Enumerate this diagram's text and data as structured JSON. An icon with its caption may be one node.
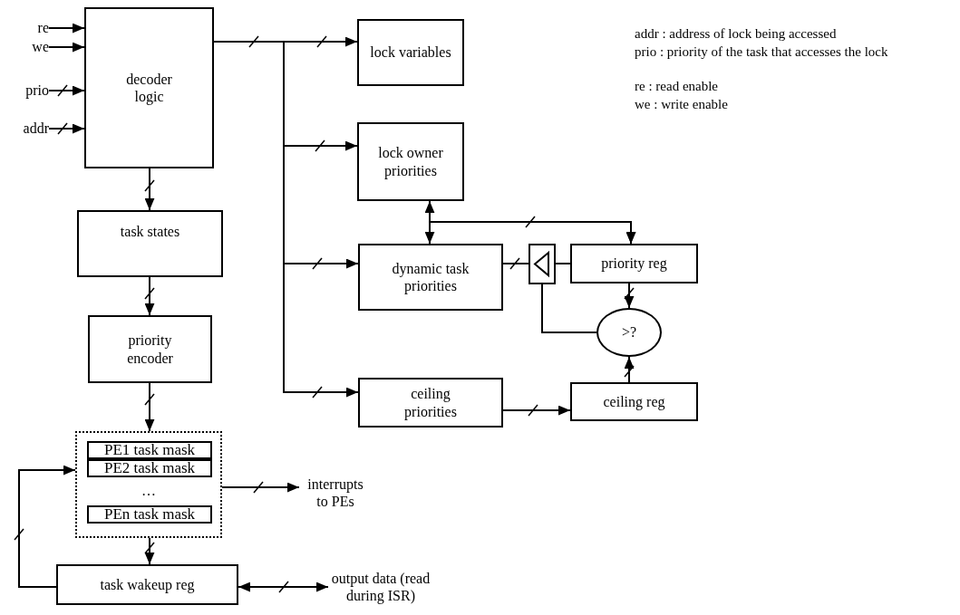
{
  "diagram": {
    "nodes": [
      {
        "text": [
          "re"
        ]
      },
      {
        "text": [
          "we"
        ]
      },
      {
        "text": [
          "prio"
        ]
      },
      {
        "text": [
          "addr"
        ]
      },
      {
        "text": [
          "decoder logic"
        ]
      },
      {
        "text": [
          "lock variables"
        ]
      },
      {
        "text": [
          "lock owner priorities"
        ]
      },
      {
        "text": [
          "task states"
        ]
      },
      {
        "text": [
          "dynamic task priorities"
        ]
      },
      {
        "text": [],
        "shape": "triangle"
      },
      {
        "text": [
          "priority reg"
        ]
      },
      {
        "text": [
          ">?"
        ]
      },
      {
        "text": [
          "priority encoder"
        ]
      },
      {
        "text": [
          "ceiling priorities"
        ]
      },
      {
        "text": [
          "ceiling reg"
        ]
      },
      {
        "text": [
          "…"
        ]
      },
      {
        "text": [
          "PE1 task mask"
        ],
        "in": 15
      },
      {
        "text": [
          "PE2 task mask"
        ],
        "in": 15
      },
      {
        "text": [
          "PEn task mask"
        ],
        "in": 15
      },
      {
        "text": [
          "interrupts to PEs"
        ]
      },
      {
        "text": [
          "task wakeup reg"
        ]
      },
      {
        "text": [
          "output data (read during ISR)"
        ]
      }
    ],
    "edges": [
      {
        "from": 0,
        "to": 4,
        "arrow": "to"
      },
      {
        "from": 1,
        "to": 4,
        "arrow": "to"
      },
      {
        "from": 2,
        "to": 4,
        "arrow": "to"
      },
      {
        "from": 3,
        "to": 4,
        "arrow": "to"
      },
      {
        "from": 4,
        "to": 5,
        "arrow": "to"
      },
      {
        "from": 4,
        "to": 6,
        "arrow": "to"
      },
      {
        "from": 4,
        "to": 8,
        "arrow": "to"
      },
      {
        "from": 4,
        "to": 13,
        "arrow": "to"
      },
      {
        "from": 4,
        "to": 7,
        "arrow": "to"
      },
      {
        "from": 6,
        "to": 8,
        "arrow": "both"
      },
      {
        "from": 6,
        "to": 10,
        "arrow": "to"
      },
      {
        "from": 8,
        "to": 10,
        "arrow": "to"
      },
      {
        "from": 10,
        "to": 9,
        "arrow": "none"
      },
      {
        "from": 9,
        "to": 8,
        "arrow": "none"
      },
      {
        "from": 11,
        "to": 9,
        "arrow": "none"
      },
      {
        "from": 10,
        "to": 11,
        "arrow": "to"
      },
      {
        "from": 13,
        "to": 14,
        "arrow": "to"
      },
      {
        "from": 14,
        "to": 11,
        "arrow": "to"
      },
      {
        "from": 7,
        "to": 12,
        "arrow": "to"
      },
      {
        "from": 12,
        "to": 15,
        "arrow": "to"
      },
      {
        "from": 15,
        "to": 20,
        "arrow": "to"
      },
      {
        "from": 20,
        "to": 15,
        "arrow": "to"
      },
      {
        "from": 15,
        "to": 19,
        "arrow": "to"
      },
      {
        "from": 20,
        "to": 21,
        "arrow": "both"
      }
    ],
    "labels": [
      "addr : address of lock being accessed",
      "prio : priority of the task that accesses the lock",
      "re : read enable",
      "we : write enable"
    ]
  }
}
